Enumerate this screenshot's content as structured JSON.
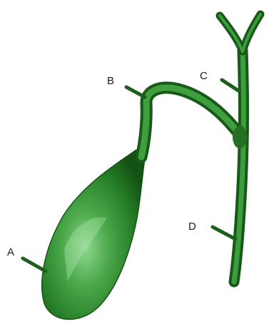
{
  "diagram": {
    "colors": {
      "organ_dark": "#145214",
      "organ_mid": "#2a8a2a",
      "organ_light": "#7fce7f",
      "pointer": "#1d5e1d",
      "label_text": "#1a1a1a"
    },
    "labels": {
      "a": "A",
      "b": "B",
      "c": "C",
      "d": "D"
    }
  }
}
